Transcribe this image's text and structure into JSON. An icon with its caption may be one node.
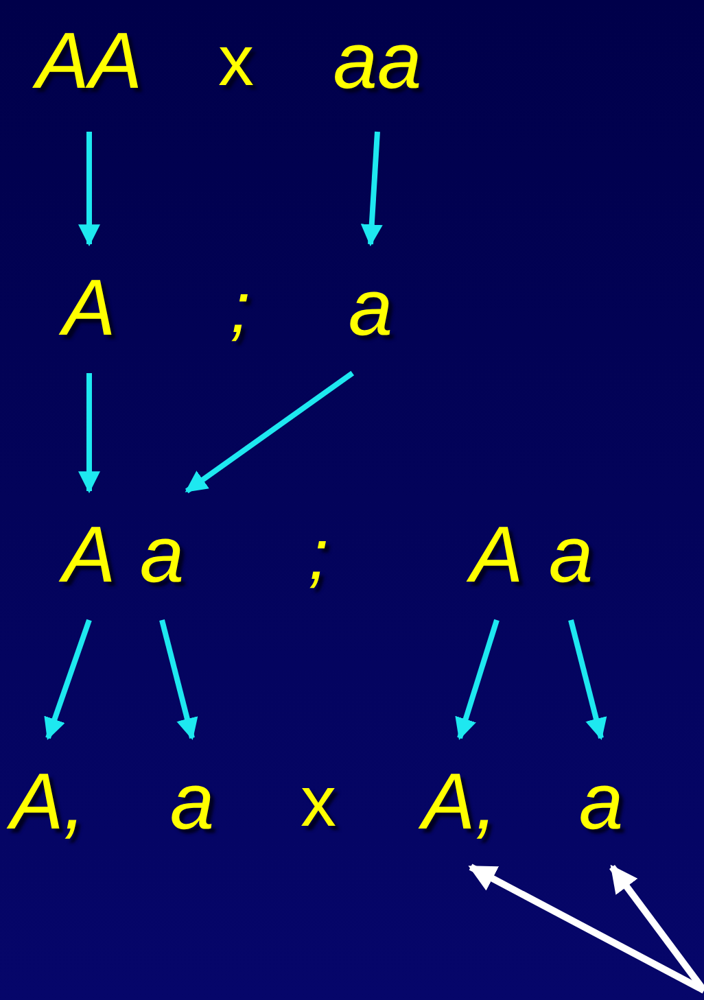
{
  "diagram": {
    "nodes": [
      {
        "text": [
          "AA"
        ]
      },
      {
        "text": [
          "aa"
        ]
      },
      {
        "text": [
          "A"
        ]
      },
      {
        "text": [
          "a"
        ]
      },
      {
        "text": [
          "A"
        ]
      },
      {
        "text": [
          "a"
        ]
      },
      {
        "text": [
          "A"
        ]
      },
      {
        "text": [
          "a"
        ]
      },
      {
        "text": [
          "A,"
        ]
      },
      {
        "text": [
          "a"
        ]
      },
      {
        "text": [
          "A,"
        ]
      },
      {
        "text": [
          "a"
        ]
      }
    ],
    "edges": [
      {
        "from": 0,
        "to": 2,
        "arrow": "to"
      },
      {
        "from": 1,
        "to": 3,
        "arrow": "to"
      },
      {
        "from": 2,
        "to": 4,
        "arrow": "to"
      },
      {
        "from": 3,
        "to": 5,
        "arrow": "to"
      },
      {
        "from": 4,
        "to": 8,
        "arrow": "to"
      },
      {
        "from": 5,
        "to": 9,
        "arrow": "to"
      },
      {
        "from": 6,
        "to": 10,
        "arrow": "to"
      },
      {
        "from": 7,
        "to": 11,
        "arrow": "to"
      },
      {
        "from": null,
        "to": 10,
        "arrow": "to",
        "color": "#ffffff"
      },
      {
        "from": null,
        "to": 11,
        "arrow": "to",
        "color": "#ffffff"
      }
    ],
    "labels": [
      "x",
      ";",
      ";",
      "x"
    ]
  }
}
